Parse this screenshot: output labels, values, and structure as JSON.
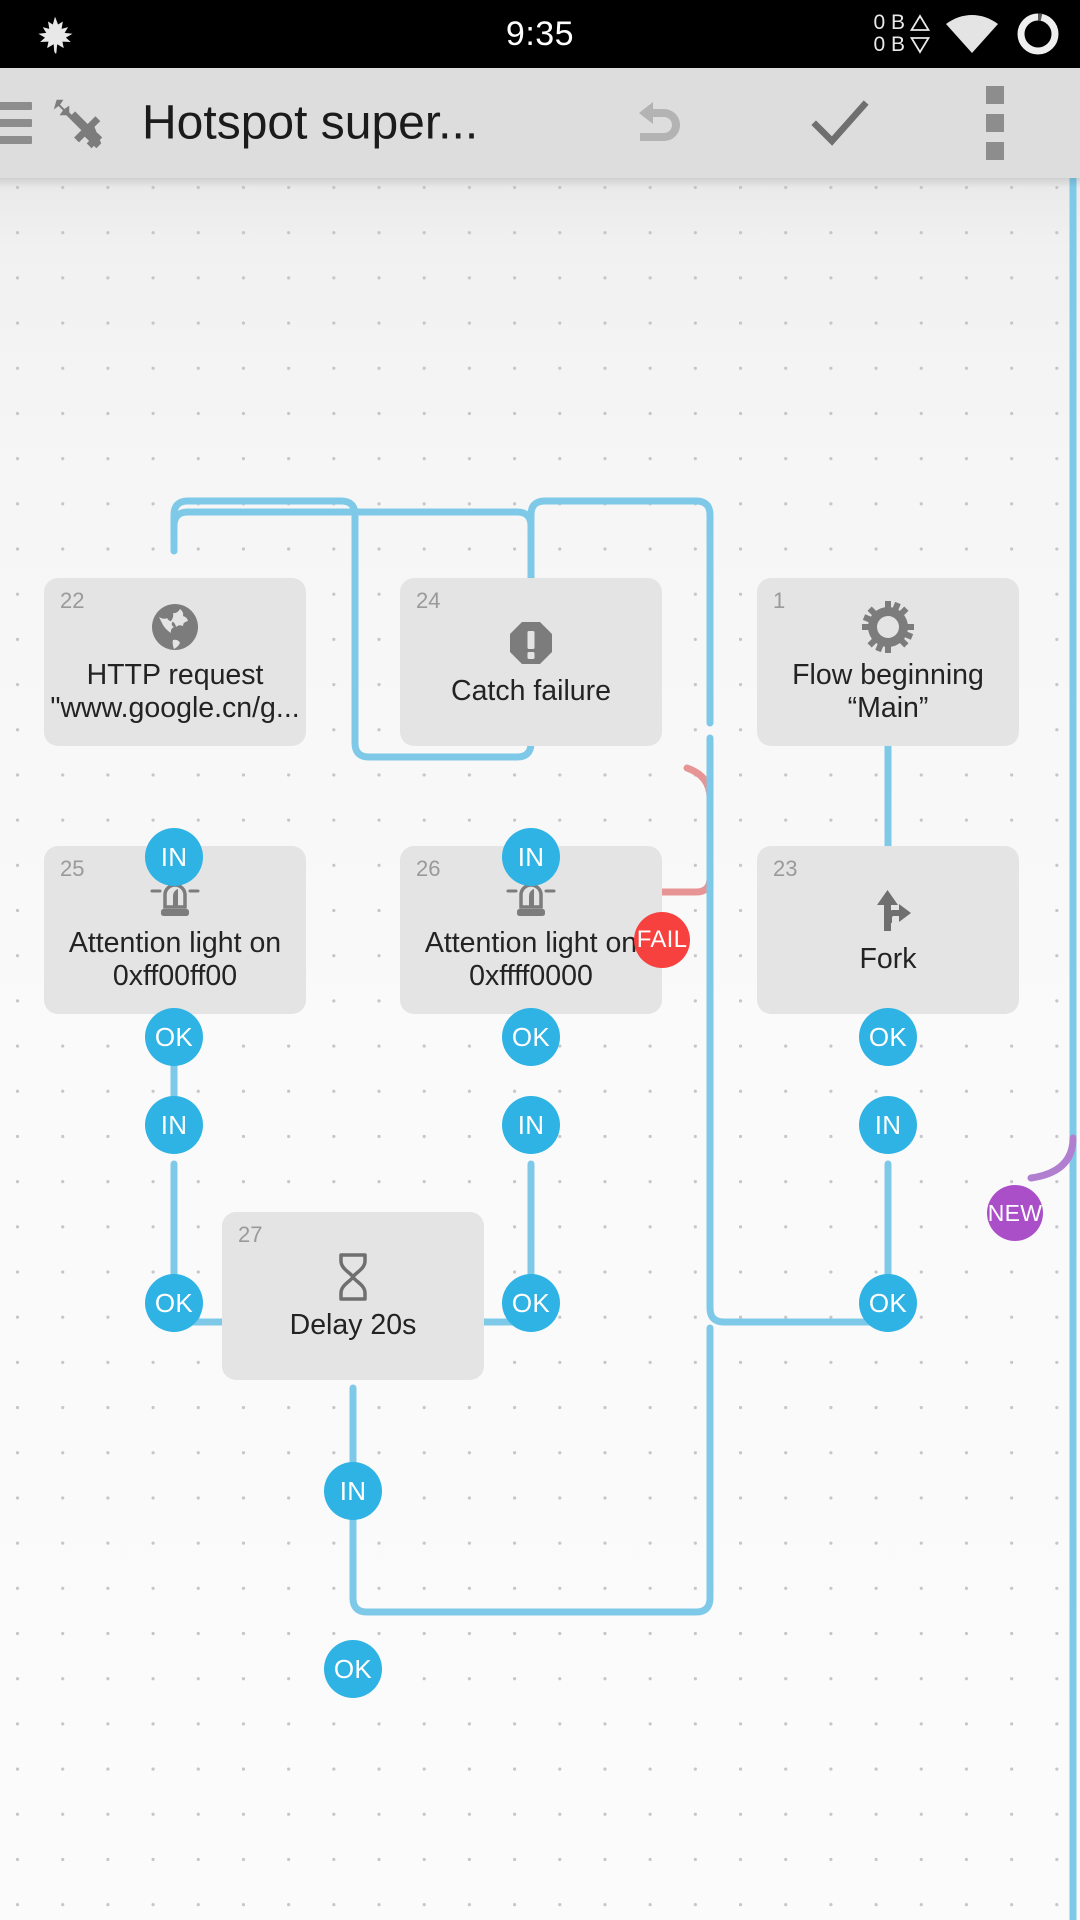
{
  "statusbar": {
    "leaf_icon": "maple-leaf-icon",
    "clock": "9:35",
    "net_up": "0 B",
    "net_down": "0 B",
    "wifi_icon": "wifi-icon",
    "battery_icon": "battery-circle-icon"
  },
  "toolbar": {
    "menu_icon": "hamburger-menu-icon",
    "app_icon": "tools-hammer-wrench-icon",
    "title": "Hotspot super...",
    "undo_icon": "undo-arrow-icon",
    "confirm_icon": "check-icon",
    "overflow_icon": "more-vertical-icon"
  },
  "canvas": {
    "in_label": "IN",
    "ok_label": "OK",
    "fail_label": "FAIL",
    "new_label": "NEW",
    "colors": {
      "port_blue": "#2fb3e4",
      "wire_blue": "#7fc9e8",
      "wire_red": "#e79494",
      "wire_purple": "#b07fd0",
      "fail_red": "#f7413f",
      "new_purple": "#ab4fc9",
      "node_bg": "#e4e4e4"
    },
    "nodes": [
      {
        "id": "22",
        "icon": "globe-icon",
        "label": "HTTP request\n\"www.google.cn/g..."
      },
      {
        "id": "24",
        "icon": "warning-octagon-icon",
        "label": "Catch failure"
      },
      {
        "id": "1",
        "icon": "gear-icon",
        "label": "Flow beginning\n“Main”"
      },
      {
        "id": "25",
        "icon": "beacon-light-icon",
        "label": "Attention light on\n0xff00ff00"
      },
      {
        "id": "26",
        "icon": "beacon-light-icon",
        "label": "Attention light on\n0xffff0000"
      },
      {
        "id": "23",
        "icon": "fork-arrows-icon",
        "label": "Fork"
      },
      {
        "id": "27",
        "icon": "hourglass-icon",
        "label": "Delay 20s"
      }
    ]
  }
}
